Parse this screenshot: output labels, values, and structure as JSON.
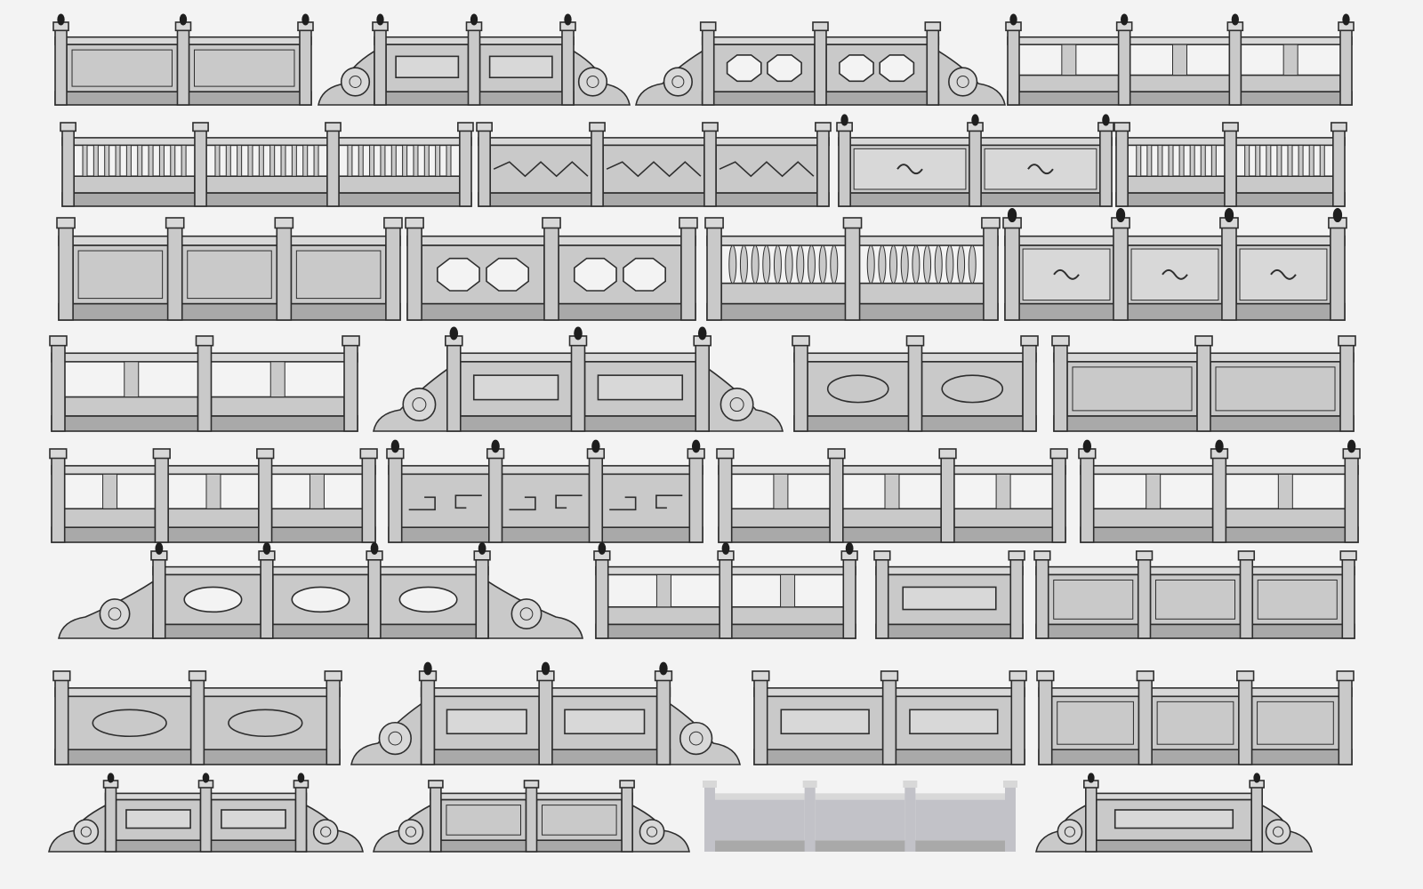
{
  "title": "",
  "colors": {
    "background": "#f3f3f3",
    "stone": "#c9c9c9",
    "stone_light": "#d8d8d8",
    "stone_dark": "#a9a9a9",
    "outline": "#2e2e2e",
    "finial": "#1e1e1e",
    "ghost": "#c2c2c8"
  },
  "railings": [
    "panel-finial",
    "scroll-rect",
    "scroll-octagon",
    "open-rail",
    "balusters",
    "zigzag",
    "carved",
    "balusters",
    "panel",
    "octagon",
    "vase",
    "carved",
    "open-rail",
    "scroll-rect",
    "diamond",
    "panel",
    "open-rail",
    "fret",
    "open-rail",
    "open-rail",
    "scroll-cloud",
    "open-rail",
    "rect",
    "panel",
    "cloud",
    "scroll-rect",
    "rect",
    "panel",
    "scroll-rect",
    "scroll-panel",
    "ghost",
    "scroll-rect"
  ]
}
